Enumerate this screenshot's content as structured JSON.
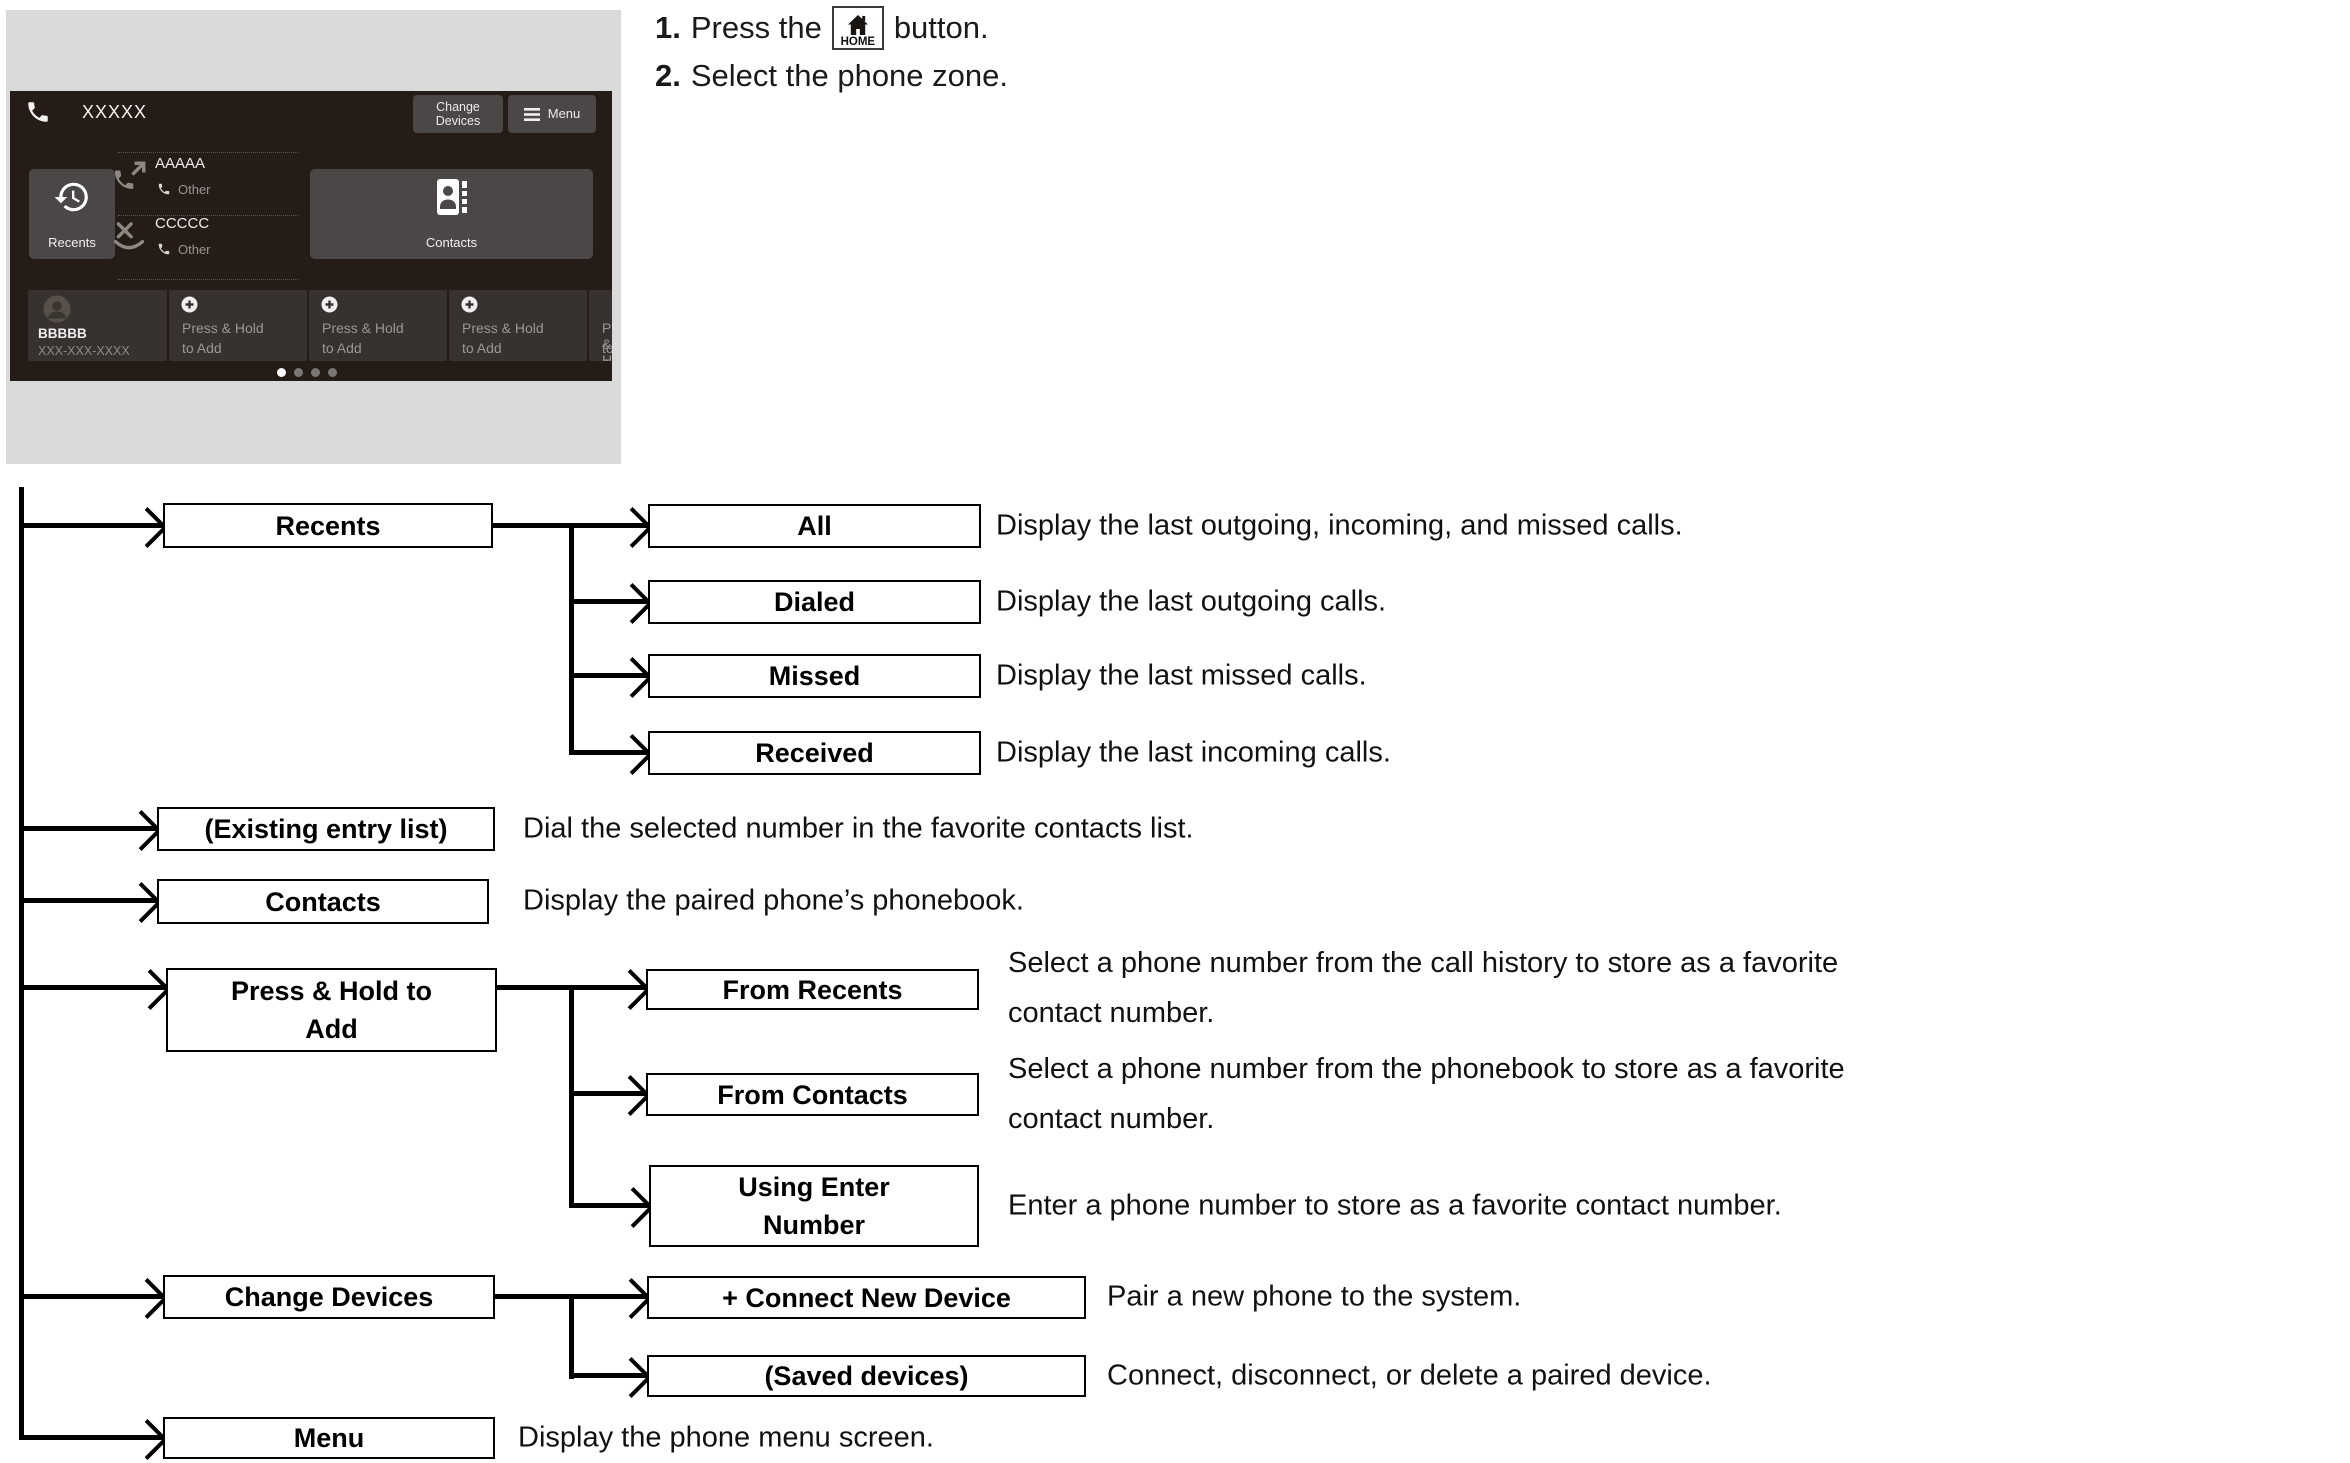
{
  "instructions": {
    "step1_num": "1.",
    "step1_before": "Press the",
    "home_label": "HOME",
    "step1_after": "button.",
    "step2_num": "2.",
    "step2_text": "Select the phone zone."
  },
  "phone_screen": {
    "title": "XXXXX",
    "change_devices_button": "Change Devices",
    "menu_button": "Menu",
    "recents_tile": "Recents",
    "contacts_tile": "Contacts",
    "call_rows": [
      {
        "name": "AAAAA",
        "type": "Other"
      },
      {
        "name": "CCCCC",
        "type": "Other"
      }
    ],
    "favorites": {
      "name": "BBBBB",
      "number": "XXX-XXX-XXXX",
      "add_line1": "Press & Hold",
      "add_line2": "to Add"
    },
    "page_indicator": {
      "count": 4,
      "active_index": 1
    }
  },
  "diagram": {
    "recents": {
      "label": "Recents"
    },
    "all": {
      "label": "All",
      "desc": "Display the last outgoing, incoming, and missed calls."
    },
    "dialed": {
      "label": "Dialed",
      "desc": "Display the last outgoing calls."
    },
    "missed": {
      "label": "Missed",
      "desc": "Display the last missed calls."
    },
    "received": {
      "label": "Received",
      "desc": "Display the last incoming calls."
    },
    "existing_entry": {
      "label": "(Existing entry list)",
      "desc": "Dial the selected number in the favorite contacts list."
    },
    "contacts": {
      "label": "Contacts",
      "desc": "Display the paired phone’s phonebook."
    },
    "press_hold": {
      "label": "Press & Hold to Add"
    },
    "from_recents": {
      "label": "From Recents",
      "desc": "Select a phone number from the call history to store as a favorite contact number."
    },
    "from_contacts": {
      "label": "From Contacts",
      "desc": "Select a phone number from the phonebook to store as a favorite contact number."
    },
    "using_enter": {
      "label": "Using Enter Number",
      "desc": "Enter a phone number to store as a favorite contact number."
    },
    "change_devices": {
      "label": "Change Devices"
    },
    "connect_new": {
      "label": "+ Connect New Device",
      "desc": "Pair a new phone to the system."
    },
    "saved_devices": {
      "label": "(Saved devices)",
      "desc": "Connect, disconnect, or delete a paired device."
    },
    "menu": {
      "label": "Menu",
      "desc": "Display the phone menu screen."
    }
  }
}
